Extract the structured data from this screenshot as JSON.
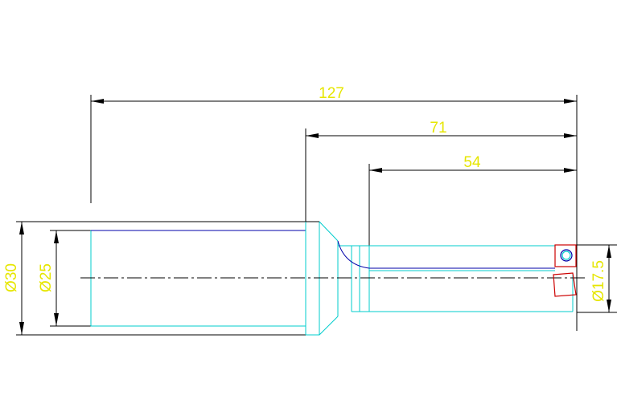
{
  "drawing": {
    "dimensions": {
      "overall_length": "127",
      "mid_length": "71",
      "short_length": "54",
      "outer_diameter": "Ø30",
      "inner_diameter": "Ø25",
      "tip_diameter": "Ø17.5"
    },
    "colors": {
      "dimension_line": "#000000",
      "dimension_text": "#e6e600",
      "body_outline": "#00cccc",
      "center_line": "#000000",
      "insert": "#cc0000",
      "shank_edge": "#0000aa"
    }
  }
}
